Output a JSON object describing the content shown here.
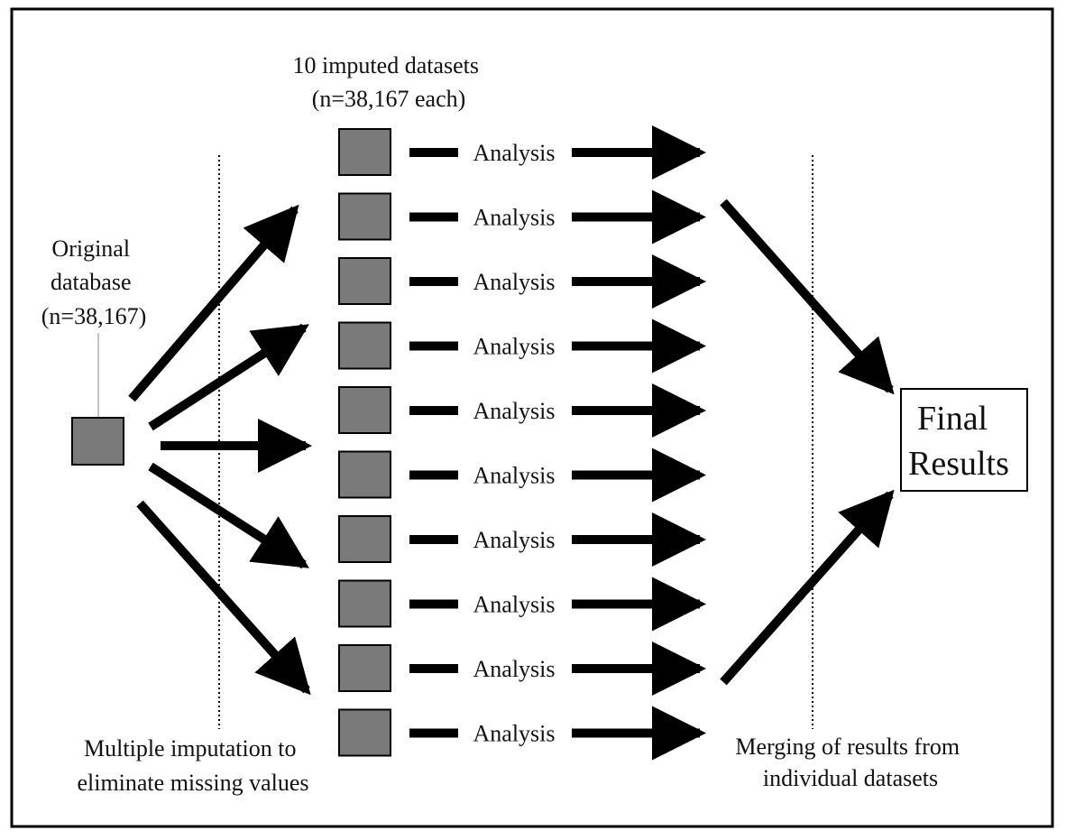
{
  "original": {
    "lines": [
      "Original",
      "database",
      "(n=38,167)"
    ]
  },
  "imputed_header": {
    "lines": [
      "10 imputed datasets",
      "(n=38,167 each)"
    ]
  },
  "analysis_label": "Analysis",
  "dataset_count": 10,
  "final": {
    "lines": [
      "Final",
      "Results"
    ]
  },
  "caption_left": {
    "lines": [
      "Multiple imputation to",
      "eliminate missing values"
    ]
  },
  "caption_right": {
    "lines": [
      "Merging of results from",
      "individual datasets"
    ]
  },
  "colors": {
    "box_fill": "#7a7a7a",
    "stroke": "#000000",
    "background": "#ffffff"
  }
}
